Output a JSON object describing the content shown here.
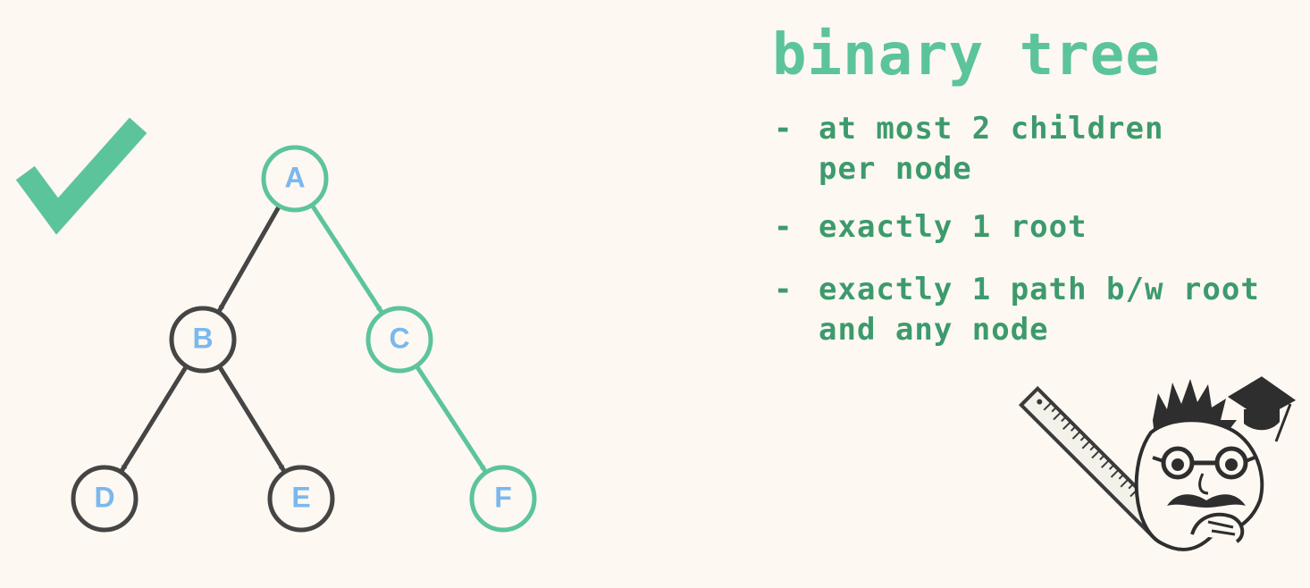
{
  "title": "binary tree",
  "bullets": [
    {
      "dash": "-",
      "lines": [
        "at most 2 children",
        "per node"
      ]
    },
    {
      "dash": "-",
      "lines": [
        "exactly 1 root"
      ]
    },
    {
      "dash": "-",
      "lines": [
        "exactly 1 path b/w root",
        "and any node"
      ]
    }
  ],
  "tree": {
    "nodes": [
      {
        "id": "A",
        "label": "A",
        "style": "green"
      },
      {
        "id": "B",
        "label": "B",
        "style": "dark"
      },
      {
        "id": "C",
        "label": "C",
        "style": "green"
      },
      {
        "id": "D",
        "label": "D",
        "style": "dark"
      },
      {
        "id": "E",
        "label": "E",
        "style": "dark"
      },
      {
        "id": "F",
        "label": "F",
        "style": "green"
      }
    ],
    "edges": [
      {
        "from": "A",
        "to": "B",
        "style": "dark"
      },
      {
        "from": "A",
        "to": "C",
        "style": "green"
      },
      {
        "from": "B",
        "to": "D",
        "style": "dark"
      },
      {
        "from": "B",
        "to": "E",
        "style": "dark"
      },
      {
        "from": "C",
        "to": "F",
        "style": "green"
      }
    ]
  },
  "colors": {
    "background": "#fdf8f2",
    "green": "#5cc49a",
    "dark": "#454545",
    "node_text": "#7ab8ee",
    "bullet_text": "#3d9a6c",
    "checkmark": "#5cc49a"
  },
  "icons": {
    "checkmark": "checkmark-icon",
    "mascot": "professor-mascot-icon",
    "ruler": "ruler-icon",
    "graduation_cap": "graduation-cap-icon"
  }
}
